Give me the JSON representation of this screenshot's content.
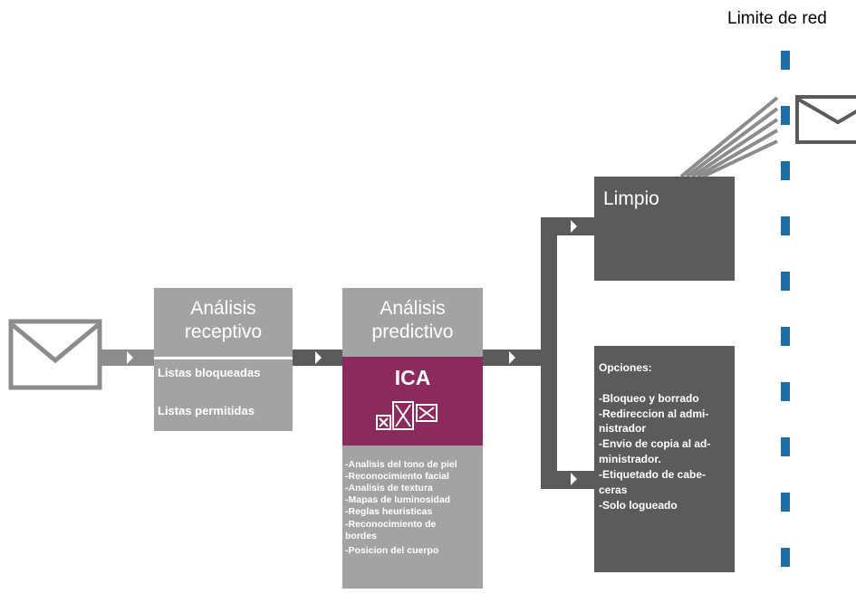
{
  "network_limit": {
    "label": "Limite de red"
  },
  "receptive": {
    "title_line1": "Análisis",
    "title_line2": "receptivo",
    "items": [
      "Listas bloqueadas",
      "Listas permitidas"
    ]
  },
  "predictive": {
    "title_line1": "Análisis",
    "title_line2": "predictivo",
    "ica_label": "ICA",
    "techniques": [
      "-Analisis del tono de piel",
      "-Reconocimiento facial",
      "-Analisis de textura",
      "-Mapas de luminosidad",
      "-Reglas heuristicas",
      "-Reconocimiento de",
      "bordes",
      "-Posicion del cuerpo"
    ]
  },
  "clean": {
    "title": "Limpio"
  },
  "options": {
    "title": "Opciones:",
    "items": [
      "-Bloqueo y borrado",
      "-Redireccion al admi-",
      "nistrador",
      "-Envio de copia al ad-",
      "ministrador.",
      "-Etiquetado de cabe-",
      "ceras",
      "-Solo logueado"
    ]
  },
  "colors": {
    "dark_gray": "#5b5b5b",
    "mid_gray": "#8c8c8c",
    "light_gray": "#a3a3a3",
    "ica_magenta": "#8b2a5e",
    "network_blue": "#1a6fa6"
  }
}
